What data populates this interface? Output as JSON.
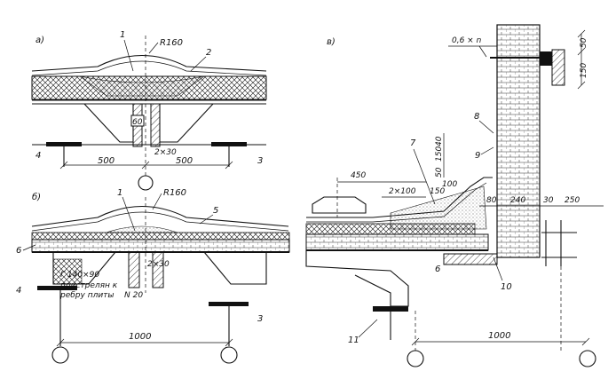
{
  "panels": {
    "a": {
      "label": "а)",
      "callouts": {
        "c1": "1",
        "c2": "2",
        "c3": "3",
        "c4": "4"
      },
      "radius": "R160",
      "gap": "2×30",
      "inset_dim": "60",
      "dim_left": "500",
      "dim_right": "500"
    },
    "b": {
      "label": "б)",
      "callouts": {
        "c1": "1",
        "c3": "3",
        "c4": "4",
        "c5": "5",
        "c6": "6"
      },
      "radius": "R160",
      "gap": "2×30",
      "angle_note": "Г 140×90",
      "note_line1": "пристрелян к",
      "note_line2": "ребру плиты",
      "bracket": "N 20",
      "dim_bottom": "1000"
    },
    "v": {
      "label": "в)",
      "callouts": {
        "c6": "6",
        "c7": "7",
        "c8": "8",
        "c9": "9",
        "c10": "10",
        "c11": "11"
      },
      "notes": {
        "step": "0,6 × n"
      },
      "dims": {
        "d450": "450",
        "d2x100": "2×100",
        "d150": "150",
        "d100": "100",
        "d40": "40",
        "d150v": "150",
        "d50v": "50",
        "d80": "80",
        "d240": "240",
        "d30": "30",
        "d250": "250",
        "d50top": "50",
        "d150top": "150",
        "d1000": "1000"
      }
    }
  }
}
